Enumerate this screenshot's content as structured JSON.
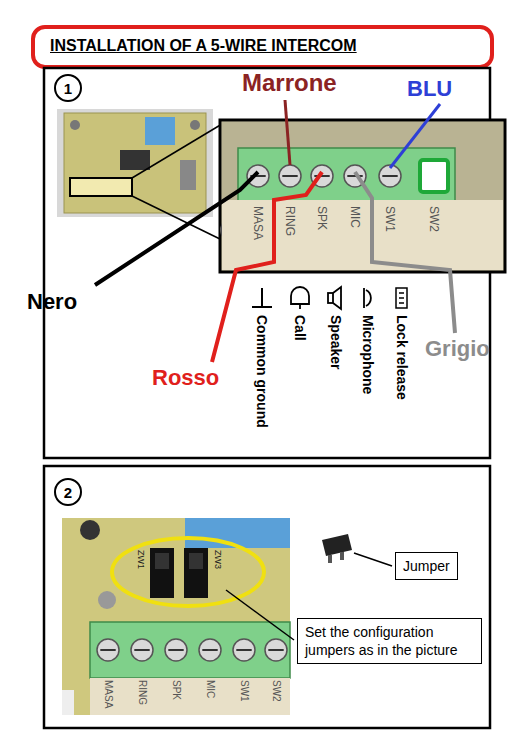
{
  "diagram": {
    "title": "INSTALLATION OF A 5-WIRE INTERCOM",
    "nodes": [
      {
        "text": [
          "1"
        ]
      },
      {
        "text": [
          "2"
        ]
      },
      {
        "text": [
          "Jumper"
        ]
      },
      {
        "text": [
          "Set the configuration jumpers as in the picture"
        ]
      }
    ],
    "labels": [
      "Marrone",
      "BLU",
      "MASA",
      "RING",
      "SPK",
      "MIC",
      "SW1",
      "SW2",
      "Nero",
      "Common ground",
      "Call",
      "Speaker",
      "Microphone",
      "Lock release",
      "Rosso",
      "Grigio",
      "ZW1",
      "ZW3",
      "MASA",
      "RING",
      "SPK",
      "MIC",
      "SW1",
      "SW2"
    ]
  }
}
